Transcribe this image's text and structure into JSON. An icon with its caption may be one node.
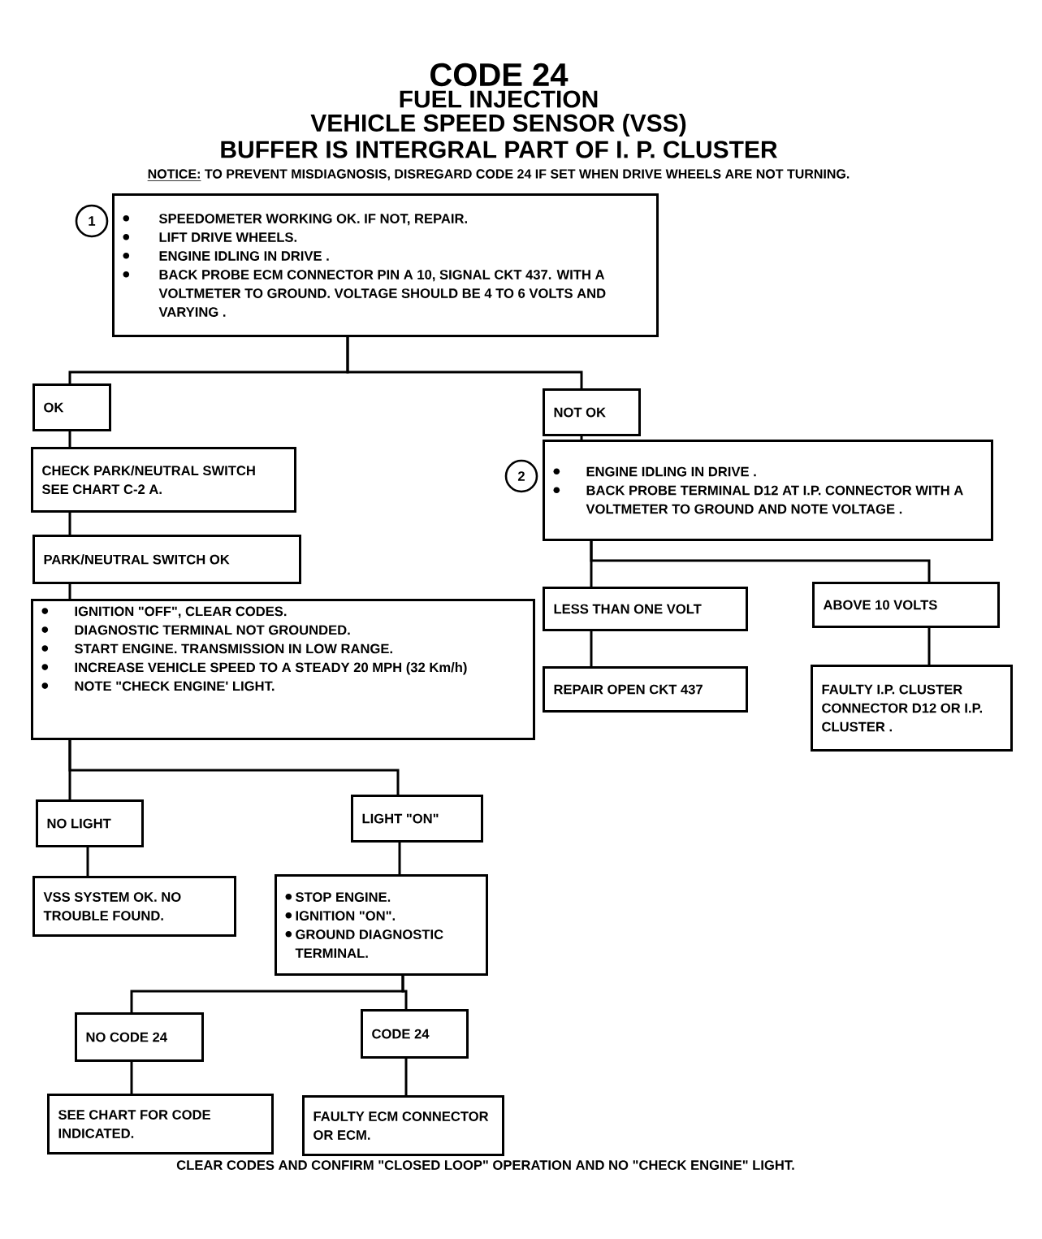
{
  "diagram": {
    "title": "CODE 24",
    "caption": "CLEAR CODES AND CONFIRM \"CLOSED LOOP\" OPERATION AND NO \"CHECK ENGINE\" LIGHT.",
    "labels": [
      "FUEL INJECTION",
      "VEHICLE SPEED SENSOR (VSS)",
      "BUFFER IS INTERGRAL PART OF I. P. CLUSTER",
      "NOTICE:",
      "TO PREVENT MISDIAGNOSIS, DISREGARD CODE 24 IF SET WHEN DRIVE WHEELS ARE NOT TURNING."
    ],
    "nodes": [
      {
        "text": [
          "1"
        ]
      },
      {
        "text": [
          "SPEEDOMETER WORKING OK.  IF NOT, REPAIR.",
          "LIFT DRIVE WHEELS.",
          "ENGINE IDLING IN DRIVE .",
          "BACK PROBE ECM CONNECTOR PIN A 10, SIGNAL CKT 437. WITH A VOLTMETER TO GROUND. VOLTAGE SHOULD BE 4 TO 6 VOLTS AND VARYING ."
        ]
      },
      {
        "text": [
          "OK"
        ]
      },
      {
        "text": [
          "NOT OK"
        ]
      },
      {
        "text": [
          "CHECK PARK/NEUTRAL SWITCH SEE CHART C-2 A."
        ]
      },
      {
        "text": [
          "PARK/NEUTRAL SWITCH OK"
        ]
      },
      {
        "text": [
          "IGNITION \"OFF\", CLEAR CODES.",
          "DIAGNOSTIC TERMINAL NOT GROUNDED.",
          "START ENGINE.  TRANSMISSION IN LOW RANGE.",
          "INCREASE VEHICLE SPEED TO A STEADY 20 MPH (32 Km/h)",
          "NOTE \"CHECK ENGINE' LIGHT."
        ]
      },
      {
        "text": [
          "2"
        ]
      },
      {
        "text": [
          "ENGINE IDLING IN DRIVE .",
          "BACK PROBE TERMINAL D12 AT I.P. CONNECTOR WITH A VOLTMETER TO GROUND AND NOTE VOLTAGE ."
        ]
      },
      {
        "text": [
          "LESS THAN ONE VOLT"
        ]
      },
      {
        "text": [
          "ABOVE 10  VOLTS"
        ]
      },
      {
        "text": [
          "REPAIR OPEN CKT 437"
        ]
      },
      {
        "text": [
          "FAULTY I.P. CLUSTER CONNECTOR D12 OR I.P. CLUSTER ."
        ]
      },
      {
        "text": [
          "NO LIGHT"
        ]
      },
      {
        "text": [
          "LIGHT \"ON\""
        ]
      },
      {
        "text": [
          "VSS SYSTEM OK. NO TROUBLE FOUND."
        ]
      },
      {
        "text": [
          "STOP ENGINE.",
          "IGNITION \"ON\".",
          "GROUND DIAGNOSTIC TERMINAL."
        ]
      },
      {
        "text": [
          "NO CODE 24"
        ]
      },
      {
        "text": [
          "CODE 24"
        ]
      },
      {
        "text": [
          "SEE CHART FOR CODE INDICATED."
        ]
      },
      {
        "text": [
          "FAULTY ECM CONNECTOR OR ECM."
        ]
      }
    ],
    "edges": [
      {
        "from": 1,
        "to": 2,
        "arrow": "none"
      },
      {
        "from": 1,
        "to": 3,
        "arrow": "none"
      },
      {
        "from": 2,
        "to": 4,
        "arrow": "none"
      },
      {
        "from": 4,
        "to": 5,
        "arrow": "none"
      },
      {
        "from": 5,
        "to": 6,
        "arrow": "none"
      },
      {
        "from": 6,
        "to": 13,
        "arrow": "none"
      },
      {
        "from": 6,
        "to": 14,
        "arrow": "none"
      },
      {
        "from": 13,
        "to": 15,
        "arrow": "none"
      },
      {
        "from": 14,
        "to": 16,
        "arrow": "none"
      },
      {
        "from": 16,
        "to": 17,
        "arrow": "none"
      },
      {
        "from": 16,
        "to": 18,
        "arrow": "none"
      },
      {
        "from": 17,
        "to": 19,
        "arrow": "none"
      },
      {
        "from": 18,
        "to": 20,
        "arrow": "none"
      },
      {
        "from": 3,
        "to": 8,
        "arrow": "none"
      },
      {
        "from": 8,
        "to": 9,
        "arrow": "none"
      },
      {
        "from": 8,
        "to": 10,
        "arrow": "none"
      },
      {
        "from": 9,
        "to": 11,
        "arrow": "none"
      },
      {
        "from": 10,
        "to": 12,
        "arrow": "none"
      }
    ]
  }
}
